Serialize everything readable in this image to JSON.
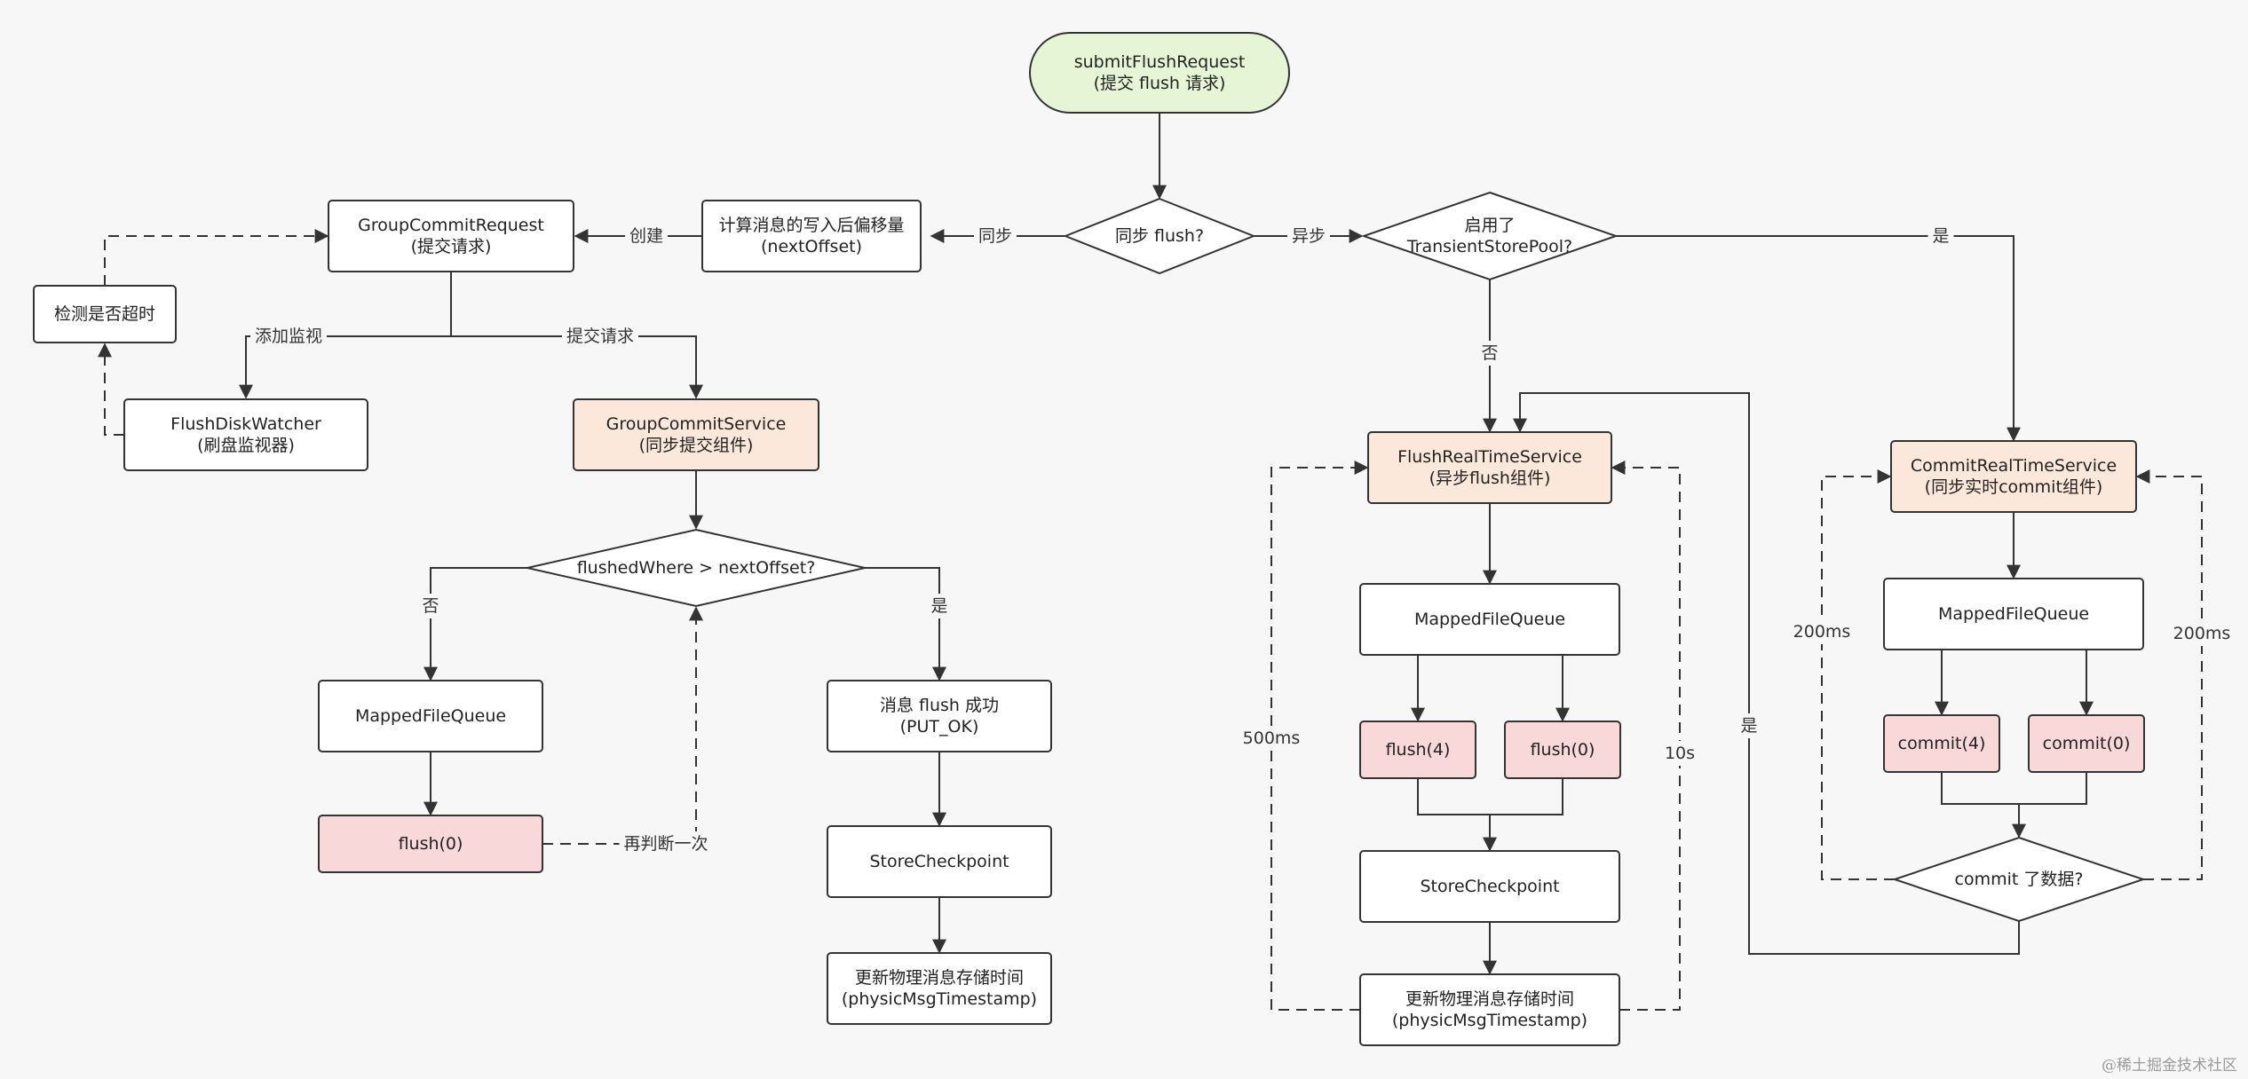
{
  "colors": {
    "background": "#f7f7f7",
    "start_fill": "#e6f5d6",
    "service_fill": "#fbe8da",
    "flush_fill": "#f8d8d8",
    "plain_fill": "#ffffff",
    "stroke": "#333333"
  },
  "nodes": {
    "submit_flush_request": [
      "submitFlushRequest",
      "(提交 flush 请求)"
    ],
    "sync_flush_decision": [
      "同步 flush?"
    ],
    "transient_pool_decision": [
      "启用了",
      "TransientStorePool?"
    ],
    "compute_offset": [
      "计算消息的写入后偏移量",
      "(nextOffset)"
    ],
    "group_commit_request": [
      "GroupCommitRequest",
      "(提交请求)"
    ],
    "timeout_check": [
      "检测是否超时"
    ],
    "flush_disk_watcher": [
      "FlushDiskWatcher",
      "(刷盘监视器)"
    ],
    "group_commit_service": [
      "GroupCommitService",
      "(同步提交组件)"
    ],
    "flushed_where_decision": [
      "flushedWhere > nextOffset?"
    ],
    "sync_mapped_file_queue": [
      "MappedFileQueue"
    ],
    "sync_flush_zero": [
      "flush(0)"
    ],
    "flush_success": [
      "消息 flush 成功",
      "(PUT_OK)"
    ],
    "sync_store_checkpoint": [
      "StoreCheckpoint"
    ],
    "sync_update_timestamp": [
      "更新物理消息存储时间",
      "(physicMsgTimestamp)"
    ],
    "flush_realtime_service": [
      "FlushRealTimeService",
      "(异步flush组件)"
    ],
    "async_mapped_file_queue": [
      "MappedFileQueue"
    ],
    "async_flush_four": [
      "flush(4)"
    ],
    "async_flush_zero": [
      "flush(0)"
    ],
    "async_store_checkpoint": [
      "StoreCheckpoint"
    ],
    "async_update_timestamp": [
      "更新物理消息存储时间",
      "(physicMsgTimestamp)"
    ],
    "commit_realtime_service": [
      "CommitRealTimeService",
      "(同步实时commit组件)"
    ],
    "commit_mapped_file_queue": [
      "MappedFileQueue"
    ],
    "commit_four": [
      "commit(4)"
    ],
    "commit_zero": [
      "commit(0)"
    ],
    "commit_data_decision": [
      "commit 了数据?"
    ]
  },
  "edge_labels": {
    "sync": "同步",
    "async": "异步",
    "yes": "是",
    "no": "否",
    "create": "创建",
    "add_watch": "添加监视",
    "submit_request": "提交请求",
    "recheck": "再判断一次",
    "interval_500ms": "500ms",
    "interval_10s": "10s",
    "interval_200ms": "200ms"
  },
  "watermark": "@稀土掘金技术社区"
}
